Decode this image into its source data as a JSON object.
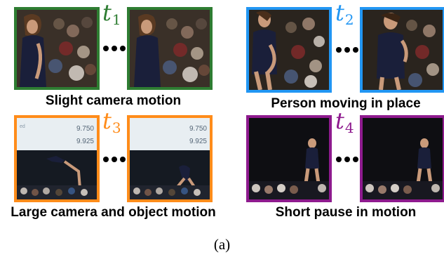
{
  "colors": {
    "t1": "#2e7d32",
    "t2": "#2196f3",
    "t3": "#ff8c1a",
    "t4": "#8e1a8e"
  },
  "panels": [
    {
      "time_var": "t",
      "time_sub": "1",
      "caption": "Slight camera motion"
    },
    {
      "time_var": "t",
      "time_sub": "2",
      "caption": "Person moving in place"
    },
    {
      "time_var": "t",
      "time_sub": "3",
      "caption": "Large camera and object motion"
    },
    {
      "time_var": "t",
      "time_sub": "4",
      "caption": "Short pause in motion"
    }
  ],
  "scoreboard": {
    "value_a": "9.750",
    "value_b": "9.925",
    "value_c": "9.750",
    "value_d": "9.925"
  },
  "subfigure_label": "(a)"
}
